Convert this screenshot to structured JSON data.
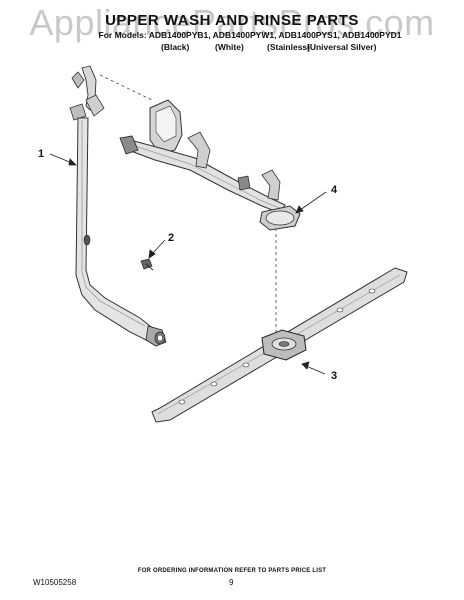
{
  "watermark": "AppliancePartsPros.com",
  "header": {
    "title": "UPPER WASH AND RINSE PARTS",
    "models": "For Models: ADB1400PYB1, ADB1400PYW1, ADB1400PYS1, ADB1400PYD1",
    "colors": [
      "(Black)",
      "(White)",
      "(Stainless)",
      "(Universal Silver)"
    ]
  },
  "callouts": [
    "1",
    "2",
    "3",
    "4"
  ],
  "footer": {
    "ordering_note": "FOR ORDERING INFORMATION REFER TO PARTS PRICE LIST",
    "doc_number": "W10505258",
    "page_number": "9"
  }
}
